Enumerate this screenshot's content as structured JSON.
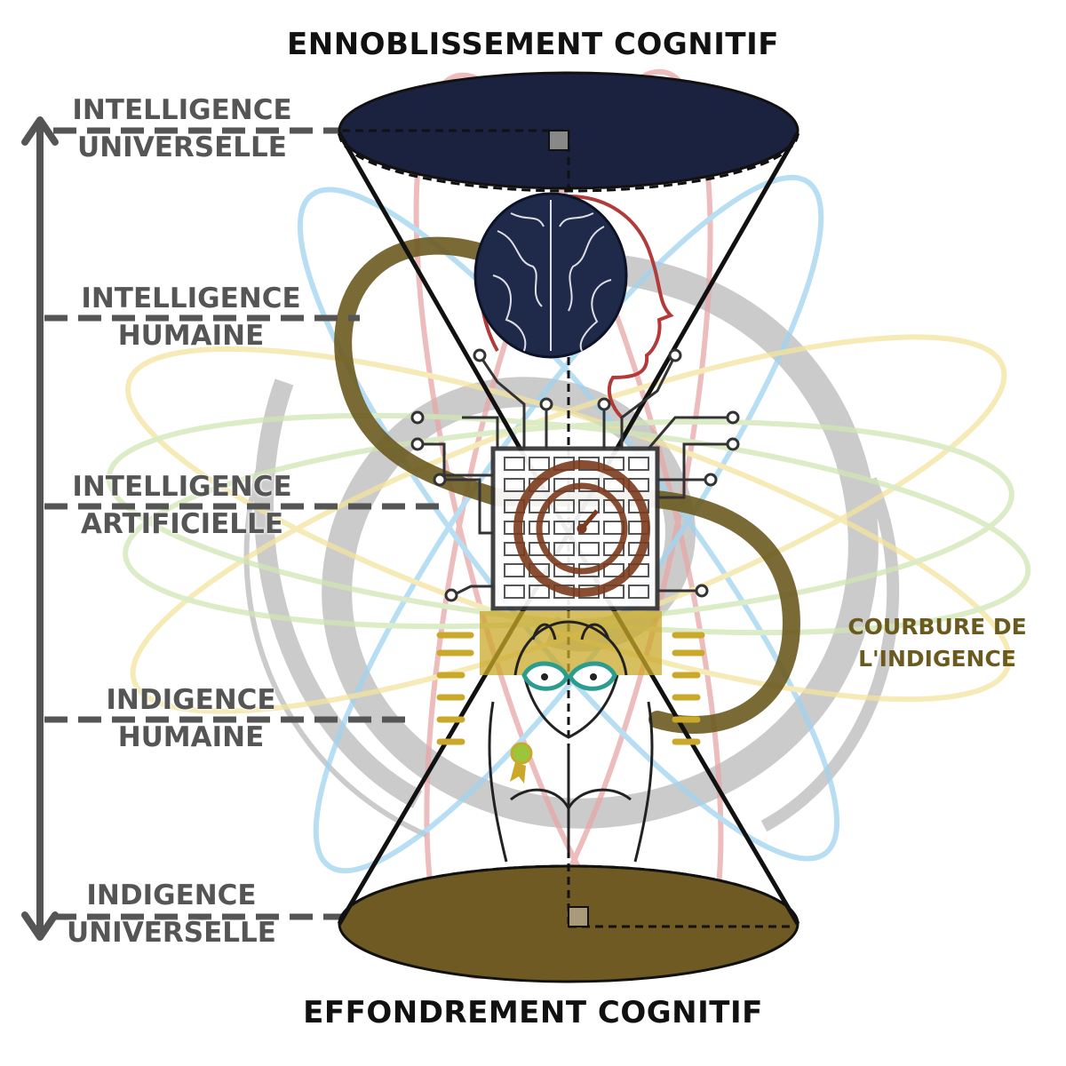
{
  "titles": {
    "top": "ENNOBLISSEMENT COGNITIF",
    "bottom": "EFFONDREMENT COGNITIF"
  },
  "levels": [
    {
      "line1": "INTELLIGENCE",
      "line2": "UNIVERSELLE"
    },
    {
      "line1": "INTELLIGENCE",
      "line2": "HUMAINE"
    },
    {
      "line1": "INTELLIGENCE",
      "line2": "ARTIFICIELLE"
    },
    {
      "line1": "INDIGENCE",
      "line2": "HUMAINE"
    },
    {
      "line1": "INDIGENCE",
      "line2": "UNIVERSELLE"
    }
  ],
  "curve_label": {
    "line1": "COURBURE DE",
    "line2": "L'INDIGENCE"
  },
  "colors": {
    "top_ellipse": "#1b2240",
    "bottom_ellipse": "#6e5a22",
    "curve": "#6b5a1f",
    "scale_axis": "#555555",
    "orbit_blue": "#9fd4ef",
    "orbit_red": "#e8a7a7",
    "orbit_yellow": "#f3e3a0",
    "orbit_green": "#cfe6b5",
    "spiral_grey": "#c2c2c2",
    "chip": "#444444",
    "brain": "#1f2a4a",
    "mask": "#2a9d8f",
    "gold_band": "#c9a82a"
  },
  "icons": [
    "vertical-double-arrow-icon",
    "brain-icon",
    "head-profile-icon",
    "microchip-icon",
    "gauge-icon",
    "masked-figure-icon",
    "award-ribbon-icon"
  ]
}
